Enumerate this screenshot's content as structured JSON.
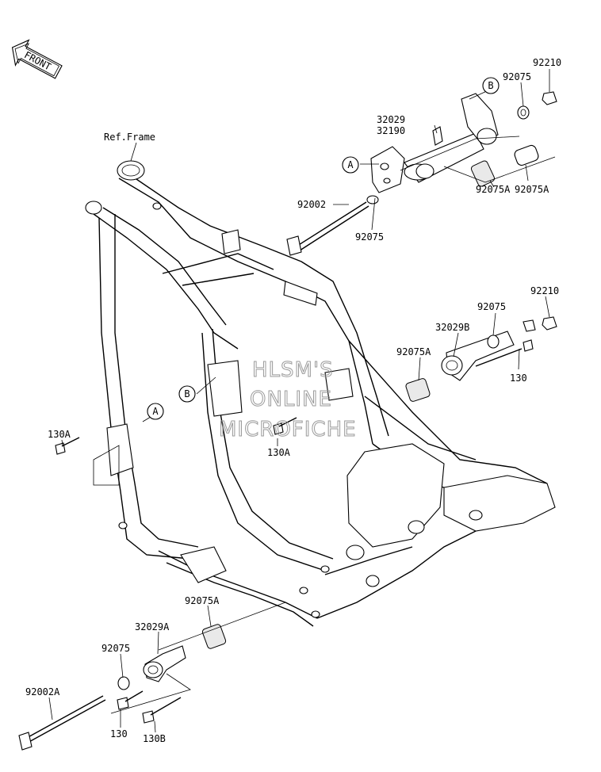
{
  "front_label": "FRONT",
  "ref_frame": "Ref.Frame",
  "watermark": [
    "HLSM'S",
    "ONLINE",
    "MICROFICHE"
  ],
  "callouts": {
    "a1": "A",
    "b1": "B",
    "a2": "A",
    "b2": "B"
  },
  "parts": {
    "p92210_top": "92210",
    "p92075_top": "92075",
    "p32029": "32029",
    "p32190": "32190",
    "p92002": "92002",
    "p92075_mid": "92075",
    "p92075A_r": "92075A",
    "p92075A_l": "92075A",
    "p92210_mid": "92210",
    "p92075_mid2": "92075",
    "p32029B": "32029B",
    "p92075A_mid": "92075A",
    "p130_mid": "130",
    "p130A_left": "130A",
    "p130A_center": "130A",
    "p92075A_bot": "92075A",
    "p32029A": "32029A",
    "p92075_bot": "92075",
    "p92002A": "92002A",
    "p130_bot": "130",
    "p130B": "130B"
  }
}
